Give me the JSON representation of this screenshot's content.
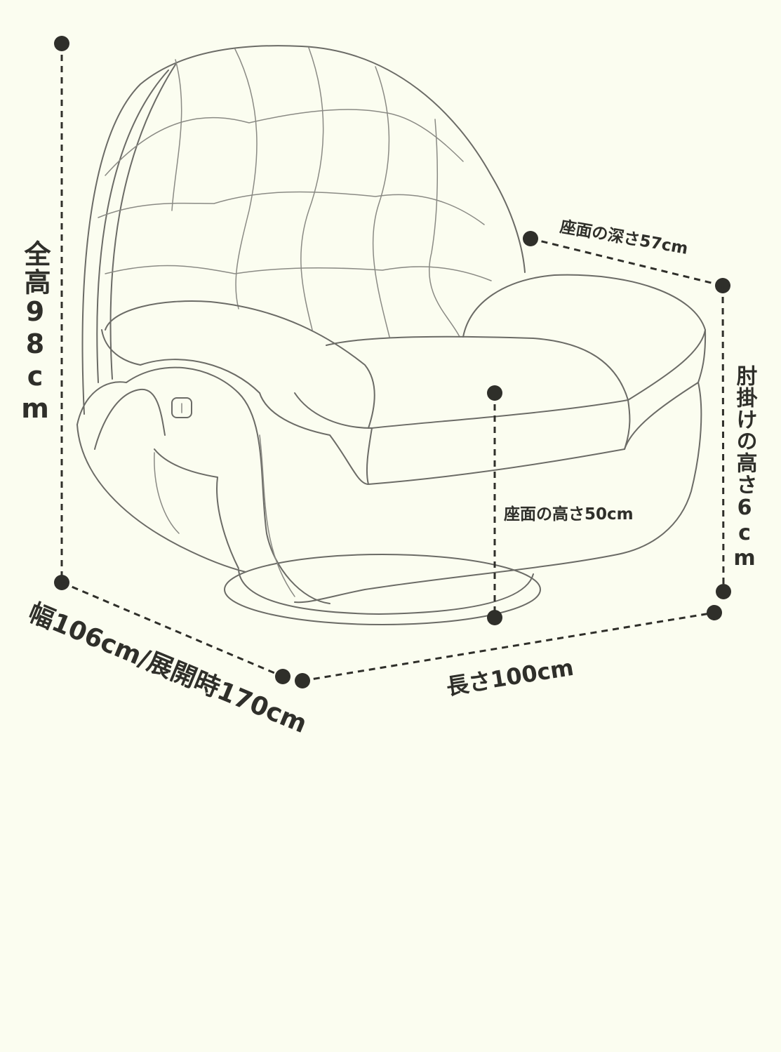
{
  "dimensions": {
    "total_height": "全高98cm",
    "seat_depth": "座面の深さ57cm",
    "arm_height": "肘掛けの高さ6cm",
    "seat_height": "座面の高さ50cm",
    "width": "幅106cm/展開時170cm",
    "length": "長さ100cm"
  },
  "colors": {
    "background": "#fbfdf0",
    "line": "#2f2f2a",
    "sketch": "#6b6b66"
  }
}
